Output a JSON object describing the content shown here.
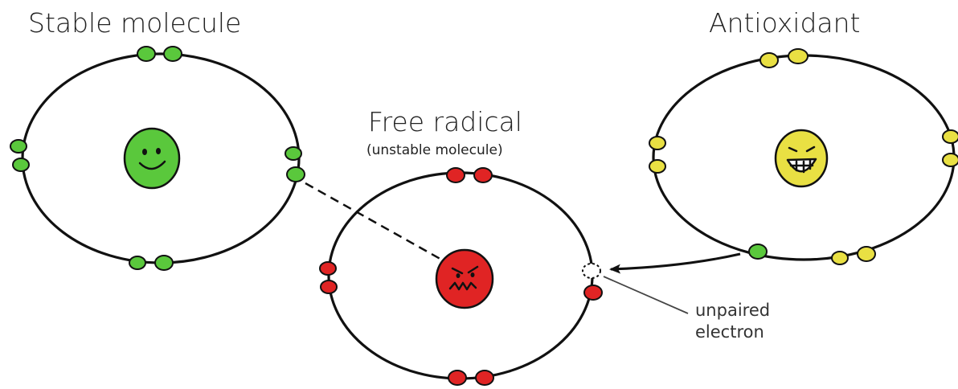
{
  "molecules": {
    "stable": {
      "label": "Stable molecule",
      "color": "#5ac83c"
    },
    "free_radical": {
      "label": "Free radical",
      "sublabel": "(unstable molecule)",
      "color": "#e02424"
    },
    "antioxidant": {
      "label": "Antioxidant",
      "color": "#e9e043"
    }
  },
  "annotations": {
    "unpaired_line1": "unpaired",
    "unpaired_line2": "electron"
  },
  "icons": {
    "stable_face": "smiley-face-icon",
    "radical_face": "angry-face-icon",
    "antioxidant_face": "grinning-face-icon"
  }
}
